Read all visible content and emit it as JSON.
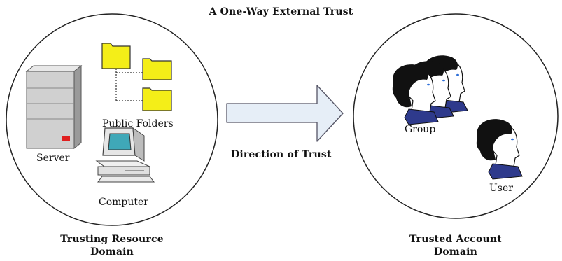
{
  "diagram": {
    "title": "A One-Way External Trust",
    "left_domain": {
      "caption_line1": "Trusting Resource",
      "caption_line2": "Domain",
      "items": {
        "server": "Server",
        "public_folders": "Public Folders",
        "computer": "Computer"
      }
    },
    "arrow_label": "Direction of Trust",
    "right_domain": {
      "caption_line1": "Trusted Account",
      "caption_line2": "Domain",
      "items": {
        "group": "Group",
        "user": "User"
      }
    },
    "colors": {
      "folder": "#f4ee18",
      "arrow_fill": "#e6eef7",
      "collar": "#2e3a8c",
      "server_led": "#e02020",
      "server_body": "#d0d0d0"
    }
  }
}
